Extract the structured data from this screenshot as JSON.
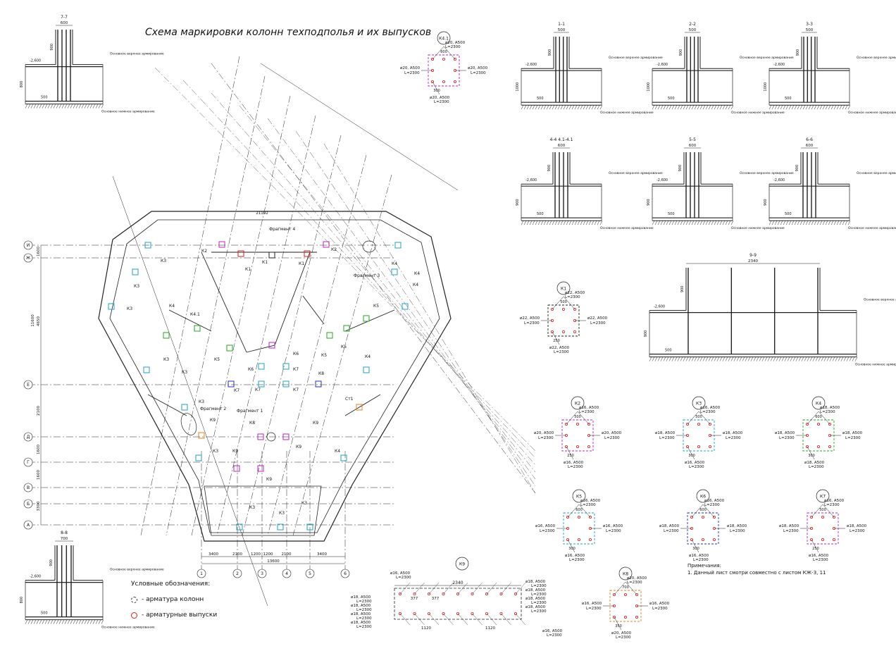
{
  "title": "Схема маркировки колонн техподполья и их выпусков",
  "legend": {
    "heading": "Условные обозначения:",
    "items": [
      {
        "label": "- арматура колонн",
        "color": "#333333",
        "style": "dashed"
      },
      {
        "label": "- арматурные выпуски",
        "color": "#d02020",
        "style": "solid"
      }
    ]
  },
  "note": {
    "heading": "Примечания:",
    "line1": "1.   Данный лист смотри совместно с листом КЖ-3, 11"
  },
  "colors": {
    "line": "#222222",
    "rebar": "#d02020",
    "green": "#22aa22",
    "magenta": "#c020c0",
    "cyan": "#20a0c0",
    "orange": "#e08020",
    "blue": "#2030c0"
  },
  "sections": [
    {
      "label": "7-7",
      "w": "600",
      "h1": "900",
      "h2": "800",
      "lvl": "-2,600",
      "b": "500"
    },
    {
      "label": "1-1",
      "w": "500",
      "h1": "900",
      "h2": "1000",
      "lvl": "-2,600",
      "b": "500"
    },
    {
      "label": "2-2",
      "w": "500",
      "h1": "900",
      "h2": "1000",
      "lvl": "-2,600",
      "b": "500"
    },
    {
      "label": "3-3",
      "w": "500",
      "h1": "900",
      "h2": "1000",
      "lvl": "-2,600",
      "b": "500"
    },
    {
      "label": "4-4   4.1-4.1",
      "w": "600",
      "h1": "900",
      "h2": "900",
      "lvl": "-2,600",
      "b": "500"
    },
    {
      "label": "5-5",
      "w": "600",
      "h1": "900",
      "h2": "900",
      "lvl": "-2,600",
      "b": "500"
    },
    {
      "label": "6-6",
      "w": "600",
      "h1": "900",
      "h2": "900",
      "lvl": "-2,600",
      "b": "500"
    },
    {
      "label": "8-8",
      "w": "700",
      "h1": "900",
      "h2": "800",
      "lvl": "-2,600",
      "b": "500"
    },
    {
      "label": "9-9",
      "w": "2340",
      "h1": "900",
      "h2": "900",
      "lvl": "-2,600",
      "b": "500"
    }
  ],
  "section_notes": {
    "top": "Основное верхнее армирование",
    "bottom": "Основное нижнее армирование"
  },
  "columns": [
    {
      "id": "К4.1",
      "top": "ø20, A500",
      "topL": "L=2300",
      "left": "ø20, A500",
      "leftL": "L=2300",
      "right": "ø20, A500",
      "rightL": "L=2300",
      "bottom": "ø20, A500",
      "bottomL": "L=2300",
      "w": "600",
      "s": "300"
    },
    {
      "id": "К1",
      "top": "ø22, A500",
      "topL": "L=2300",
      "left": "ø22, A500",
      "leftL": "L=2300",
      "right": "ø22, A500",
      "rightL": "L=2300",
      "bottom": "ø22, A500",
      "bottomL": "L=2300",
      "w": "500",
      "s": "250"
    },
    {
      "id": "К2",
      "top": "ø16, A500",
      "topL": "L=2300",
      "left": "ø20, A500",
      "leftL": "L=2300",
      "right": "ø20, A500",
      "rightL": "L=2300",
      "bottom": "ø16, A500",
      "bottomL": "L=2300",
      "w": "500",
      "s": "250"
    },
    {
      "id": "К3",
      "top": "ø16, A500",
      "topL": "L=2300",
      "left": "ø18, A500",
      "leftL": "L=2300",
      "right": "ø18, A500",
      "rightL": "L=2300",
      "bottom": "ø16, A500",
      "bottomL": "L=2300",
      "w": "500",
      "s": "300"
    },
    {
      "id": "К4",
      "top": "ø18, A500",
      "topL": "L=2300",
      "left": "ø18, A500",
      "leftL": "L=2300",
      "right": "ø18, A500",
      "rightL": "L=2300",
      "bottom": "ø18, A500",
      "bottomL": "L=2300",
      "w": "600",
      "s": "300"
    },
    {
      "id": "К5",
      "top": "ø16, A500",
      "topL": "L=2300",
      "left": "ø16, A500",
      "leftL": "L=2300",
      "right": "ø16, A500",
      "rightL": "L=2300",
      "bottom": "ø16, A500",
      "bottomL": "L=2300",
      "w": "600",
      "s": "300"
    },
    {
      "id": "К6",
      "top": "ø16, A500",
      "topL": "L=2300",
      "left": "ø18, A500",
      "leftL": "L=2300",
      "right": "ø18, A500",
      "rightL": "L=2300",
      "bottom": "ø16, A500",
      "bottomL": "L=2300",
      "w": "600",
      "s": "300"
    },
    {
      "id": "К7",
      "top": "ø16, A500",
      "topL": "L=2300",
      "left": "ø18, A500",
      "leftL": "L=2300",
      "right": "ø18, A500",
      "rightL": "L=2300",
      "bottom": "ø16, A500",
      "bottomL": "L=2300",
      "w": "500",
      "s": "250"
    },
    {
      "id": "К8",
      "top": "ø20, A500",
      "topL": "L=2300",
      "left": "ø16, A500",
      "leftL": "L=2300",
      "right": "ø16, A500",
      "rightL": "L=2300",
      "bottom": "ø20, A500",
      "bottomL": "L=2300",
      "w": "700",
      "s": "350"
    }
  ],
  "k9": {
    "id": "К9",
    "top": "ø16, A500",
    "topL": "L=2300",
    "left": "ø18, A500",
    "leftL": "L=2300",
    "right": "ø18, A500",
    "rightL": "L=2300",
    "bottom": "ø16, A500",
    "bottomL": "L=2300",
    "w": "2340",
    "a": "377",
    "b": "1120"
  },
  "plan": {
    "axes_left": [
      "И",
      "Ж",
      "Е",
      "Д",
      "Г",
      "В",
      "Б",
      "А"
    ],
    "axes_bottom": [
      "1",
      "2",
      "3",
      "4",
      "5",
      "6"
    ],
    "dims_left": [
      "1600",
      "4650",
      "2100",
      "1600",
      "1600",
      "3300"
    ],
    "dims_bottom": [
      "3400",
      "2100",
      "1200",
      "1200",
      "2100",
      "3400"
    ],
    "overall_bottom": "13600",
    "overall_left": "11600",
    "top_dim": "21192",
    "fragments": [
      "Фрагмент 1",
      "Фрагмент 2",
      "Фрагмент 3",
      "Фрагмент 4"
    ],
    "marks": [
      "К1",
      "К1",
      "К1",
      "К2",
      "К2",
      "К3",
      "К3",
      "К3",
      "К3",
      "К3",
      "К3",
      "К3",
      "К3",
      "К3",
      "К3",
      "К4",
      "К4",
      "К4",
      "К4",
      "К4",
      "К4",
      "К4.1",
      "К5",
      "К5",
      "К5",
      "К5",
      "К6",
      "К6",
      "К7",
      "К7",
      "К7",
      "К7",
      "К8",
      "К8",
      "К9",
      "К9",
      "К9",
      "К9",
      "К9",
      "Cт1"
    ]
  }
}
